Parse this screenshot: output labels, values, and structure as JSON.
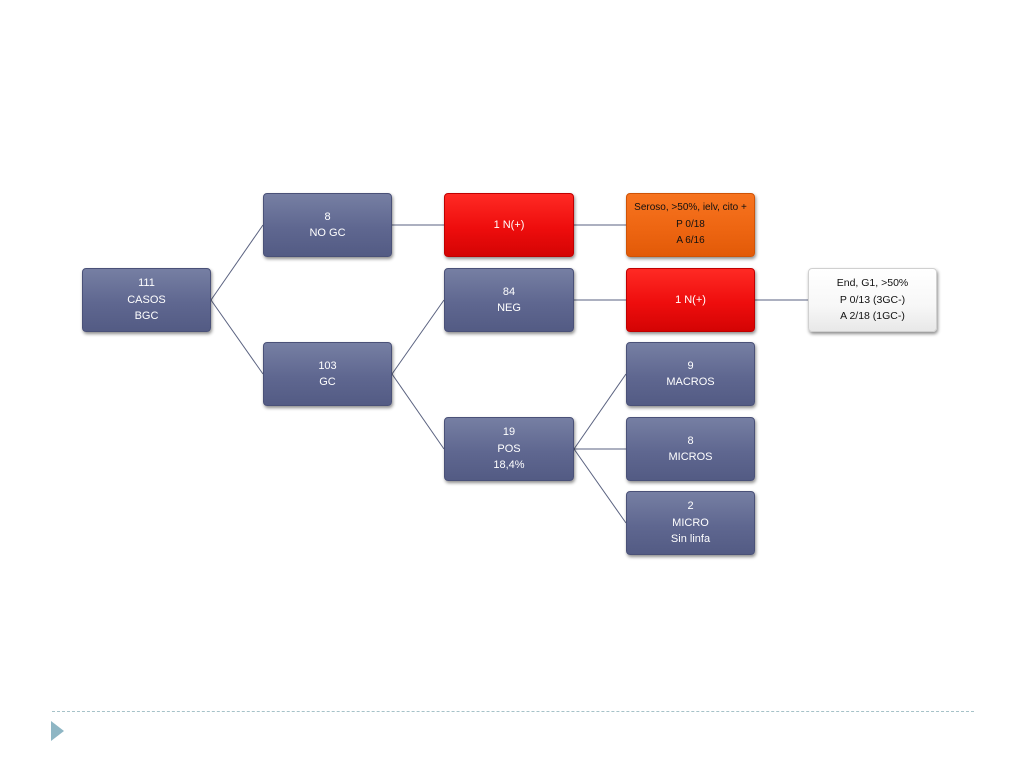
{
  "nodes": {
    "root": {
      "lines": [
        "111",
        "CASOS",
        "BGC"
      ]
    },
    "no_gc": {
      "lines": [
        "8",
        "NO GC"
      ]
    },
    "gc": {
      "lines": [
        "103",
        "GC"
      ]
    },
    "no_gc_n_pos": {
      "lines": [
        "1 N(+)"
      ]
    },
    "neg": {
      "lines": [
        "84",
        "NEG"
      ]
    },
    "pos": {
      "lines": [
        "19",
        "POS",
        "18,4%"
      ]
    },
    "seroso": {
      "lines": [
        "Seroso, >50%, ielv, cito +",
        "P 0/18",
        "A 6/16"
      ]
    },
    "neg_n_pos": {
      "lines": [
        "1 N(+)"
      ]
    },
    "macros": {
      "lines": [
        "9",
        "MACROS"
      ]
    },
    "micros": {
      "lines": [
        "8",
        "MICROS"
      ]
    },
    "micro": {
      "lines": [
        "2",
        "MICRO",
        "Sin linfa"
      ]
    },
    "end": {
      "lines": [
        "End, G1, >50%",
        "P 0/13 (3GC-)",
        "A 2/18 (1GC-)"
      ]
    }
  },
  "colors": {
    "node_blue": "#5f6790",
    "node_red": "#ee0d0d",
    "node_orange": "#ee6612",
    "node_white": "#f7f7f7",
    "connector": "#5a6280",
    "footer_accent": "#8eb6c4"
  },
  "footer": {
    "icon": "play-arrow-icon"
  }
}
